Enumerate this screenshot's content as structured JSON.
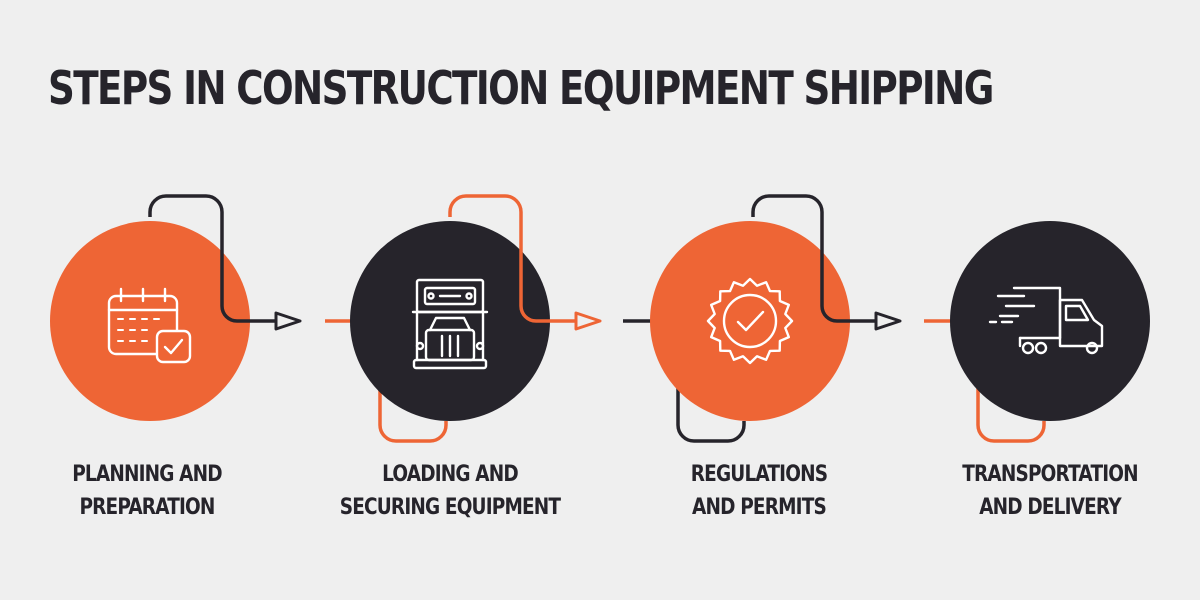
{
  "title": "STEPS IN CONSTRUCTION EQUIPMENT SHIPPING",
  "colors": {
    "orange": "#ee6535",
    "dark": "#26242b",
    "background": "#efefef",
    "icon_stroke": "#ffffff"
  },
  "steps": [
    {
      "line1": "PLANNING AND",
      "line2": "PREPARATION",
      "icon": "calendar-check-icon",
      "fill": "orange"
    },
    {
      "line1": "LOADING AND",
      "line2": "SECURING EQUIPMENT",
      "icon": "truck-front-icon",
      "fill": "dark"
    },
    {
      "line1": "REGULATIONS",
      "line2": "AND PERMITS",
      "icon": "badge-check-icon",
      "fill": "orange"
    },
    {
      "line1": "TRANSPORTATION",
      "line2": "AND DELIVERY",
      "icon": "moving-truck-icon",
      "fill": "dark"
    }
  ]
}
